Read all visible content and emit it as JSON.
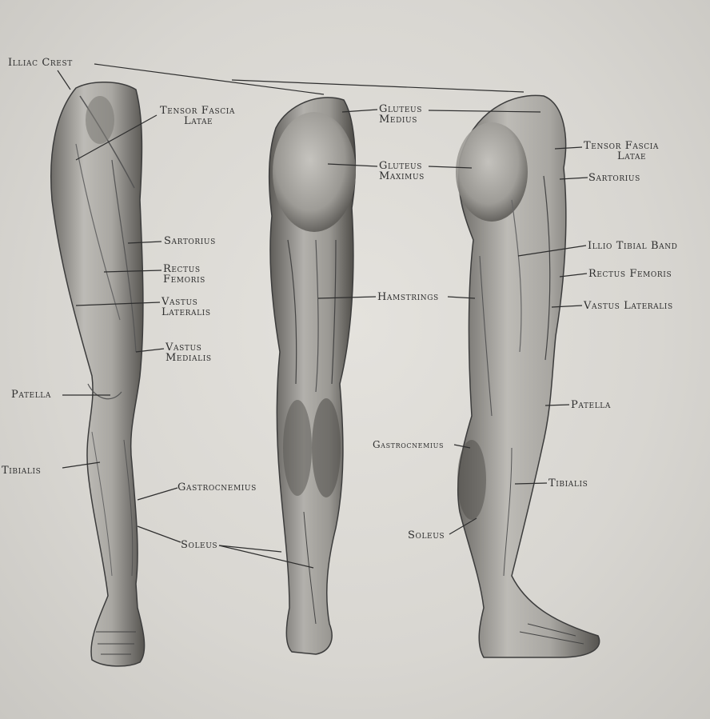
{
  "labels": {
    "illiac_crest": "Illiac Crest",
    "tensor_front_1": "Tensor Fascia",
    "tensor_front_2": "Latae",
    "sartorius_front": "Sartorius",
    "rectus_front_1": "Rectus",
    "rectus_front_2": "Femoris",
    "vastus_lat_front_1": "Vastus",
    "vastus_lat_front_2": "Lateralis",
    "vastus_med_1": "Vastus",
    "vastus_med_2": "Medialis",
    "patella_front": "Patella",
    "tibialis_front": "Tibialis",
    "gastroc_front": "Gastrocnemius",
    "soleus_front": "Soleus",
    "gluteus_medius_1": "Gluteus",
    "gluteus_medius_2": "Medius",
    "gluteus_maximus_1": "Gluteus",
    "gluteus_maximus_2": "Maximus",
    "hamstrings": "Hamstrings",
    "tensor_side_1": "Tensor Fascia",
    "tensor_side_2": "Latae",
    "sartorius_side": "Sartorius",
    "iliotibial": "Illio Tibial Band",
    "rectus_side": "Rectus Femoris",
    "vastus_lat_side": "Vastus Lateralis",
    "patella_side": "Patella",
    "gastroc_side": "Gastrocnemius",
    "tibialis_side": "Tibialis",
    "soleus_side": "Soleus"
  },
  "colors": {
    "paper": "#dedcd7",
    "ink": "#2e2e2e",
    "graphite_dark": "#3c3c3c",
    "graphite_mid": "#8a8884",
    "graphite_light": "#b9b7b2"
  }
}
